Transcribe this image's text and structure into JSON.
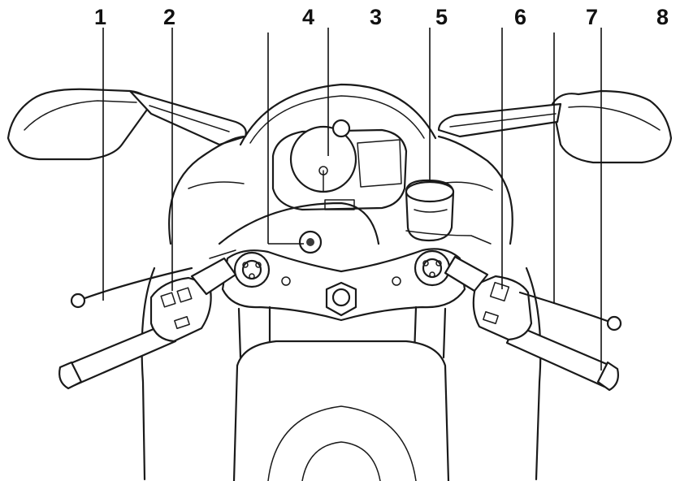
{
  "callouts": [
    {
      "id": "1",
      "label": "1"
    },
    {
      "id": "2",
      "label": "2"
    },
    {
      "id": "4",
      "label": "4"
    },
    {
      "id": "3",
      "label": "3"
    },
    {
      "id": "5",
      "label": "5"
    },
    {
      "id": "6",
      "label": "6"
    },
    {
      "id": "7",
      "label": "7"
    },
    {
      "id": "8",
      "label": "8"
    }
  ]
}
